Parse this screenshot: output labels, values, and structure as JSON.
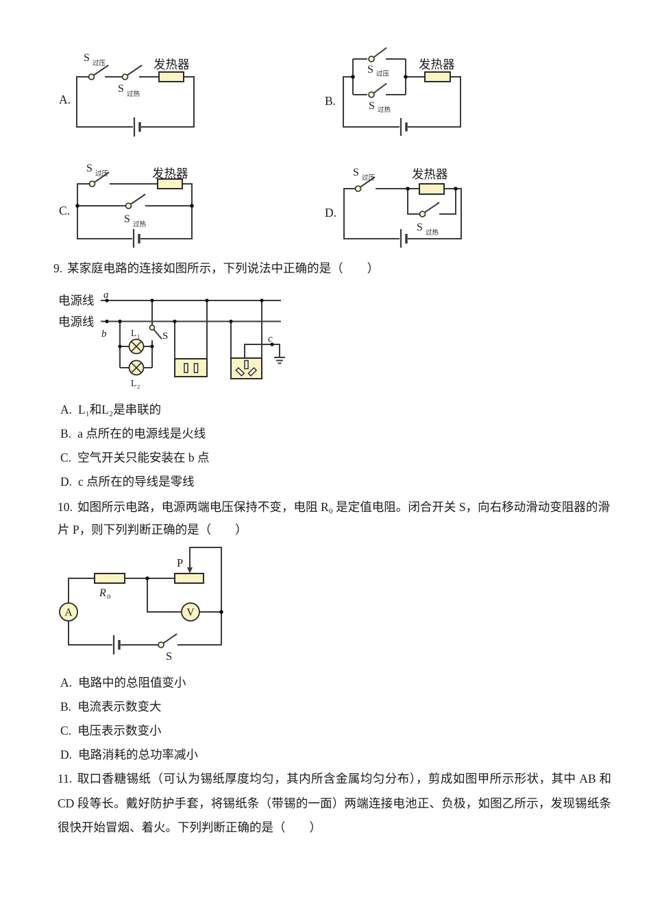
{
  "colors": {
    "component_fill": "#faf4c3",
    "wire": "#3a3a3a",
    "text": "#1b1b1b"
  },
  "q8_circuits": {
    "heater": "发热器",
    "switch_s": "S",
    "sub_overvoltage": "过压",
    "sub_overheat": "过热",
    "options": [
      "A.",
      "B.",
      "C.",
      "D."
    ]
  },
  "q9": {
    "number": "9.",
    "text": "某家庭电路的连接如图所示，下列说法中正确的是（　　）",
    "diagram": {
      "power_line1": "电源线",
      "power_line2": "电源线",
      "point_a": "a",
      "point_b": "b",
      "point_c": "c",
      "switch": "S",
      "lamp": "L",
      "lamp1_sub": "1",
      "lamp2_sub": "2"
    },
    "options": [
      {
        "label": "A.",
        "text": "L₁和L₂是串联的"
      },
      {
        "label": "B.",
        "text": "a 点所在的电源线是火线"
      },
      {
        "label": "C.",
        "text": "空气开关只能安装在 b 点"
      },
      {
        "label": "D.",
        "text": "c 点所在的导线是零线"
      }
    ]
  },
  "q10": {
    "number": "10.",
    "text": "如图所示电路，电源两端电压保持不变，电阻 R₀ 是定值电阻。闭合开关 S，向右移动滑动变阻器的滑片 P，则下列判断正确的是（　　）",
    "diagram": {
      "resistor": "R",
      "resistor_sub": "0",
      "slider": "P",
      "switch": "S",
      "ammeter": "A",
      "voltmeter": "V"
    },
    "options": [
      {
        "label": "A.",
        "text": "电路中的总阻值变小"
      },
      {
        "label": "B.",
        "text": "电流表示数变大"
      },
      {
        "label": "C.",
        "text": "电压表示数变小"
      },
      {
        "label": "D.",
        "text": "电路消耗的总功率减小"
      }
    ]
  },
  "q11": {
    "number": "11.",
    "text": "取口香糖锡纸（可认为锡纸厚度均匀，其内所含金属均匀分布），剪成如图甲所示形状，其中 AB 和 CD 段等长。戴好防护手套，将锡纸条（带锡的一面）两端连接电池正、负极，如图乙所示，发现锡纸条很快开始冒烟、着火。下列判断正确的是（　　）"
  }
}
